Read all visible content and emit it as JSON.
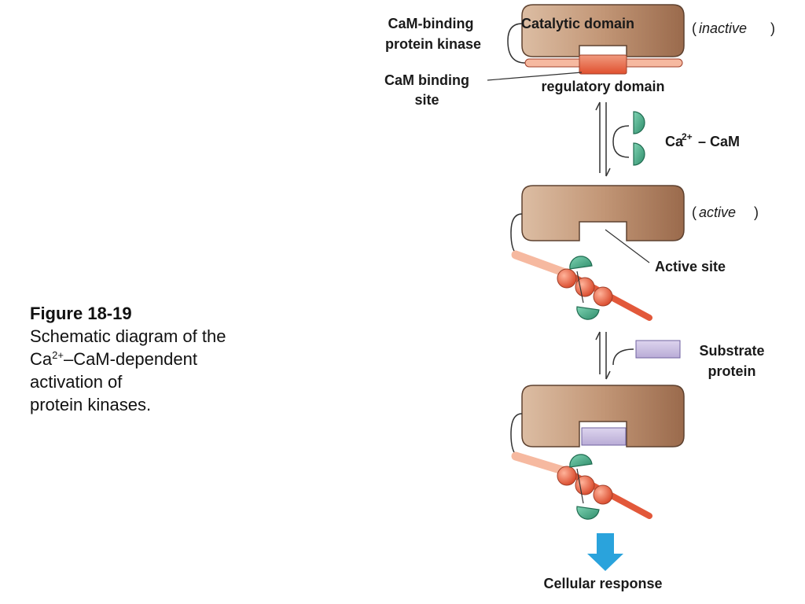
{
  "caption": {
    "title": "Figure 18-19",
    "line1": "Schematic diagram of the",
    "line2_pre": "Ca",
    "line2_sup": "2+",
    "line2_post": "–CaM-dependent",
    "line3": "activation of",
    "line4": "protein kinases."
  },
  "labels": {
    "cam_kinase_1": "CaM-binding",
    "cam_kinase_2": "protein kinase",
    "catalytic_domain": "Catalytic domain",
    "inactive_word": "inactive",
    "cam_site_1": "CaM binding",
    "cam_site_2": "site",
    "regulatory_domain": "regulatory domain",
    "ca_cam_pre": "Ca",
    "ca_cam_sup": "2+",
    "ca_cam_post": " – CaM",
    "active_word": "active",
    "active_site": "Active site",
    "substrate_1": "Substrate",
    "substrate_2": "protein",
    "cellular_response": "Cellular response"
  },
  "colors": {
    "kinase_body": "#b98a68",
    "kinase_body_light": "#d8b79c",
    "regulatory_strand": "#e2583a",
    "regulatory_light": "#f7c1a8",
    "calmodulin": "#3a9a78",
    "substrate": "#c8bedf",
    "arrow_blue": "#2aa3dc"
  },
  "icons": {
    "calmodulin_lobe": "half-disc",
    "response_arrow": "down-arrow-icon"
  }
}
